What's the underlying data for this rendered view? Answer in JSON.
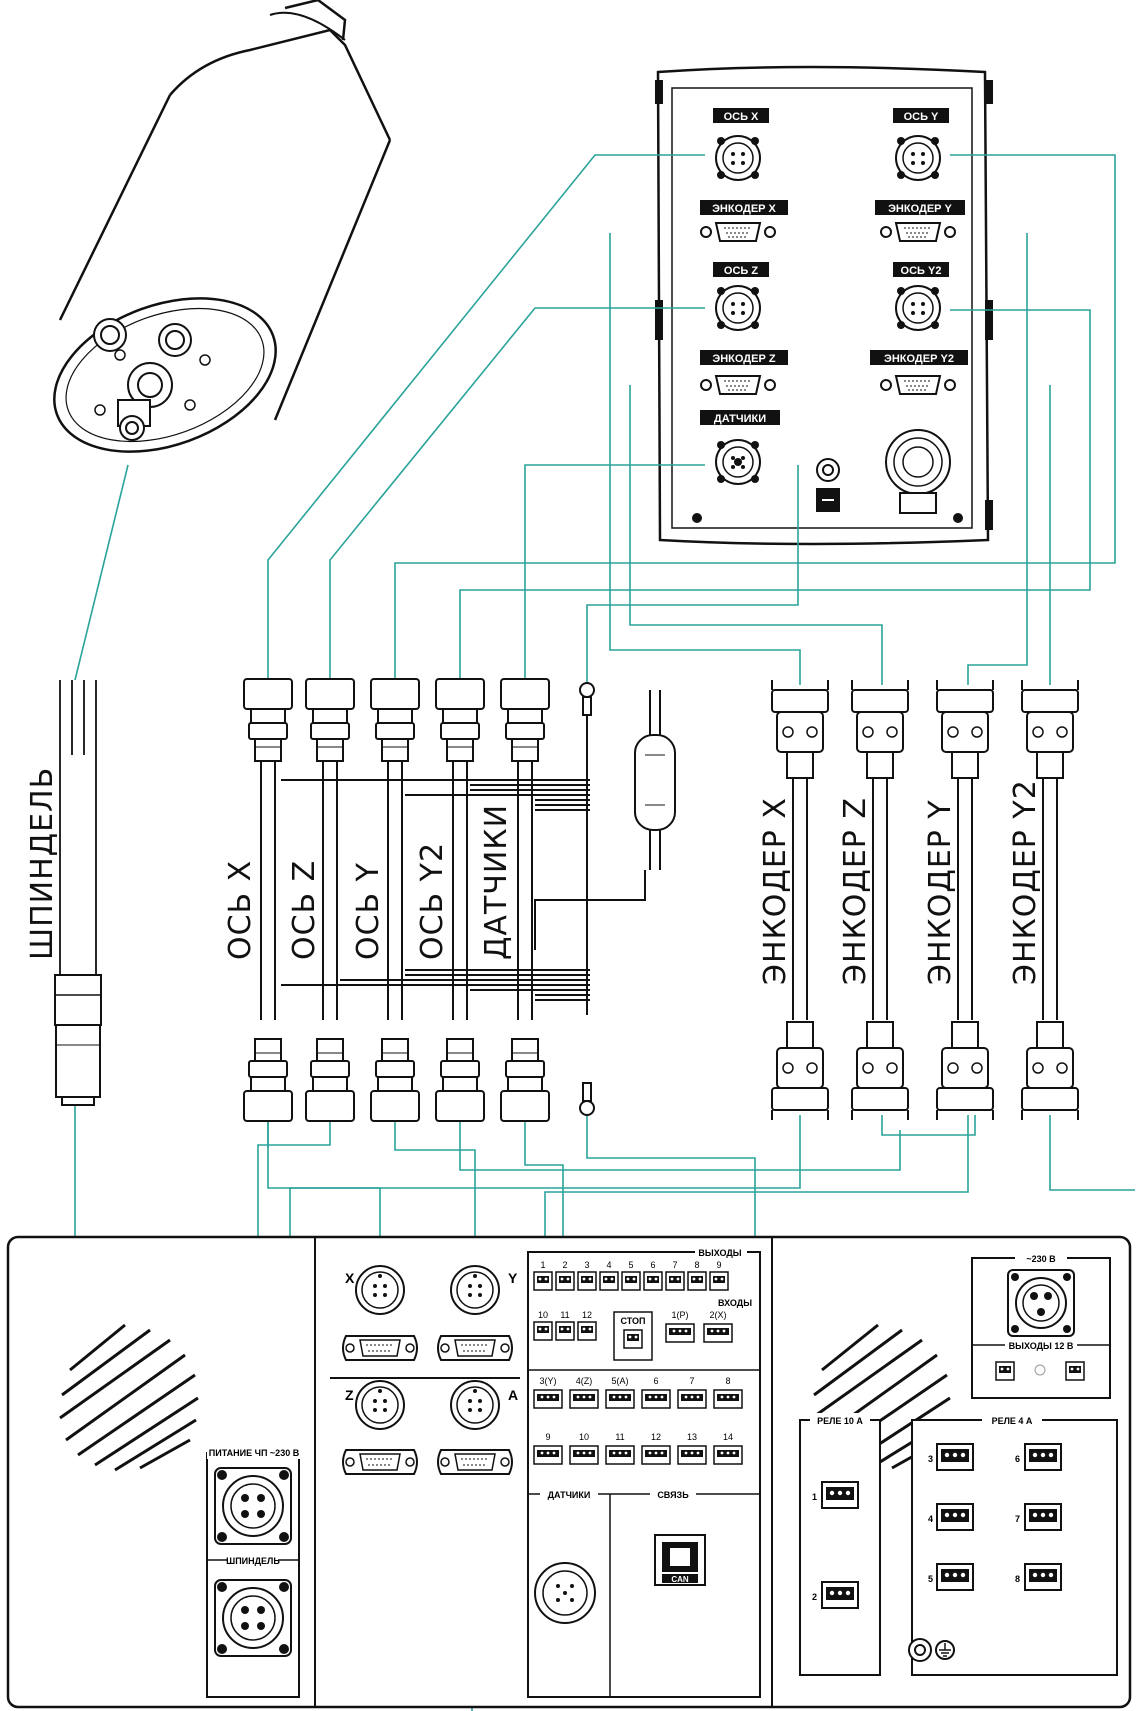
{
  "controller_box": {
    "ports": {
      "axis_x": "ОСЬ X",
      "encoder_x": "ЭНКОДЕР X",
      "axis_z": "ОСЬ Z",
      "encoder_z": "ЭНКОДЕР Z",
      "sensors": "ДАТЧИКИ",
      "axis_y": "ОСЬ Y",
      "encoder_y": "ЭНКОДЕР Y",
      "axis_y2": "ОСЬ Y2",
      "encoder_y2": "ЭНКОДЕР Y2"
    }
  },
  "cables": {
    "spindle": "ШПИНДЕЛЬ",
    "axis_x": "ОСЬ X",
    "axis_z": "ОСЬ Z",
    "axis_y": "ОСЬ Y",
    "axis_y2": "ОСЬ Y2",
    "sensors": "ДАТЧИКИ",
    "encoder_x": "ЭНКОДЕР X",
    "encoder_z": "ЭНКОДЕР Z",
    "encoder_y": "ЭНКОДЕР Y",
    "encoder_y2": "ЭНКОДЕР Y2"
  },
  "panel": {
    "vfd_power": "ПИТАНИЕ ЧП ~230 В",
    "spindle": "ШПИНДЕЛЬ",
    "axis_ports": [
      "X",
      "Y",
      "Z",
      "A"
    ],
    "outputs": "ВЫХОДЫ",
    "outputs_numbers": [
      "1",
      "2",
      "3",
      "4",
      "5",
      "6",
      "7",
      "8",
      "9"
    ],
    "outputs_numbers_2": [
      "10",
      "11",
      "12"
    ],
    "stop": "СТОП",
    "inputs": "ВХОДЫ",
    "inputs_top": [
      "1(P)",
      "2(X)"
    ],
    "inputs_row2": [
      "3(Y)",
      "4(Z)",
      "5(A)",
      "6",
      "7",
      "8"
    ],
    "inputs_row3": [
      "9",
      "10",
      "11",
      "12",
      "13",
      "14"
    ],
    "sensors": "ДАТЧИКИ",
    "link": "СВЯЗЬ",
    "can": "CAN",
    "mains": "~230 В",
    "outputs_12v": "ВЫХОДЫ 12 В",
    "relay_10a": "РЕЛЕ 10 А",
    "relay_10a_items": [
      "1",
      "2"
    ],
    "relay_4a": "РЕЛЕ 4 А",
    "relay_4a_items": [
      "3",
      "4",
      "5",
      "6",
      "7",
      "8"
    ]
  },
  "colors": {
    "wire": "#2aa39a",
    "line": "#111111"
  }
}
